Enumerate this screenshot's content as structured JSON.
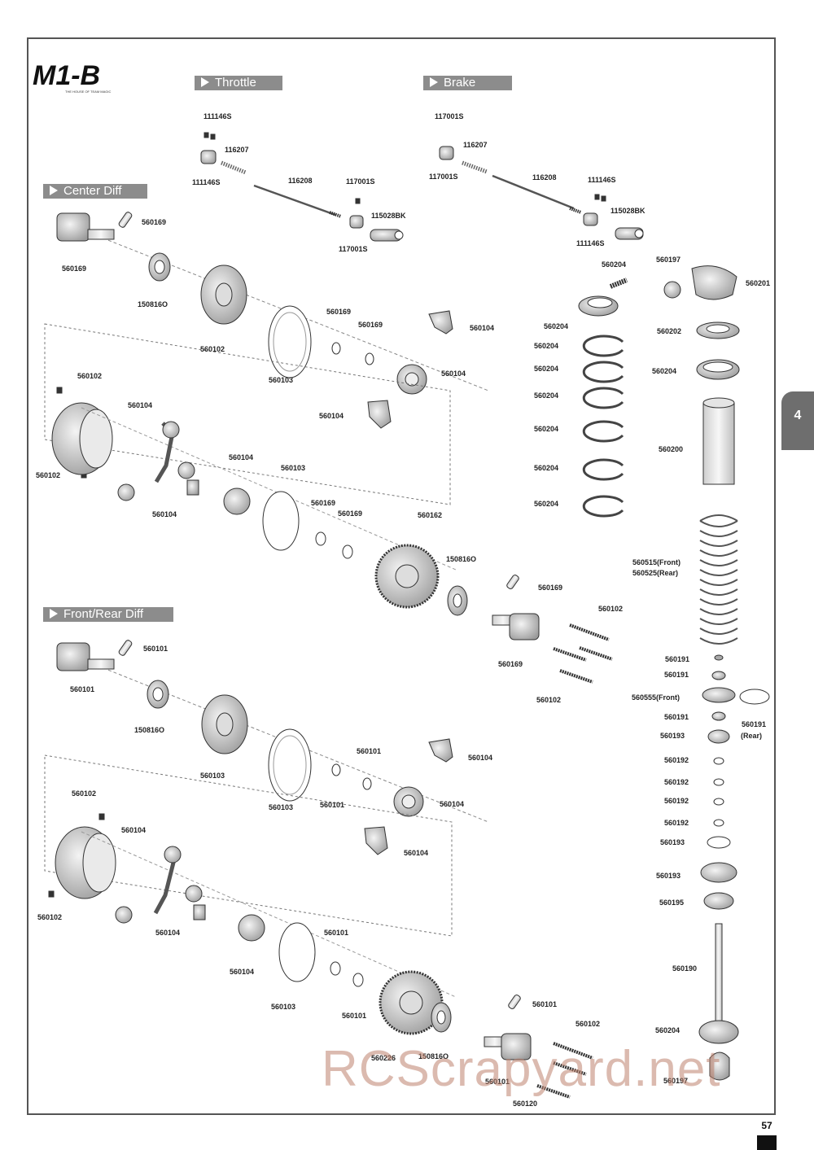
{
  "logo": {
    "text": "M1-B",
    "subtext": "THE HOUSE OF TEAM MAGIC"
  },
  "sections": {
    "throttle": "Throttle",
    "brake": "Brake",
    "center_diff": "Center Diff",
    "front_rear_diff": "Front/Rear Diff"
  },
  "chapter_tab": "4",
  "page_number": "57",
  "watermark": "RCScrapyard.net",
  "labels": {
    "t1": "111146S",
    "t2": "116207",
    "t3": "111146S",
    "t4": "116208",
    "t5": "117001S",
    "t6": "115028BK",
    "t7": "117001S",
    "b1": "117001S",
    "b2": "116207",
    "b3": "117001S",
    "b4": "116208",
    "b5": "111146S",
    "b6": "115028BK",
    "b7": "111146S",
    "c1": "560169",
    "c2": "560169",
    "c3": "150816O",
    "c4": "560102",
    "c5": "560103",
    "c6": "560169",
    "c7": "560169",
    "c8": "560104",
    "c9": "560104",
    "c10": "560104",
    "c11": "560102",
    "c12": "560104",
    "c13": "560102",
    "c14": "560104",
    "c15": "560104",
    "c16": "560103",
    "c17": "560169",
    "c18": "560169",
    "c19": "560162",
    "c20": "150816O",
    "c21": "560169",
    "c22": "560102",
    "c23": "560169",
    "c24": "560102",
    "f1": "560101",
    "f2": "560101",
    "f3": "150816O",
    "f4": "560103",
    "f5": "560103",
    "f6": "560101",
    "f7": "560101",
    "f8": "560104",
    "f9": "560104",
    "f10": "560104",
    "f11": "560102",
    "f12": "560104",
    "f13": "560102",
    "f14": "560104",
    "f15": "560104",
    "f16": "560103",
    "f17": "560101",
    "f18": "560101",
    "f19": "560226",
    "f20": "150816O",
    "f21": "560101",
    "f22": "560102",
    "f23": "560101",
    "f24": "560120",
    "s1": "560204",
    "s2": "560204",
    "s3": "560204",
    "s4": "560204",
    "s5": "560204",
    "s6": "560204",
    "s7": "560204",
    "s8": "560204",
    "s9": "560197",
    "s10": "560201",
    "s11": "560202",
    "s12": "560204",
    "s13": "560200",
    "s14": "560515(Front)",
    "s15": "560525(Rear)",
    "s16": "560191",
    "s17": "560191",
    "s18": "560555(Front)",
    "s19": "560191",
    "s20": "560191",
    "s21": "(Rear)",
    "s22": "560193",
    "s23": "560192",
    "s24": "560192",
    "s25": "560192",
    "s26": "560192",
    "s27": "560193",
    "s28": "560193",
    "s29": "560195",
    "s30": "560190",
    "s31": "560204",
    "s32": "560197"
  }
}
